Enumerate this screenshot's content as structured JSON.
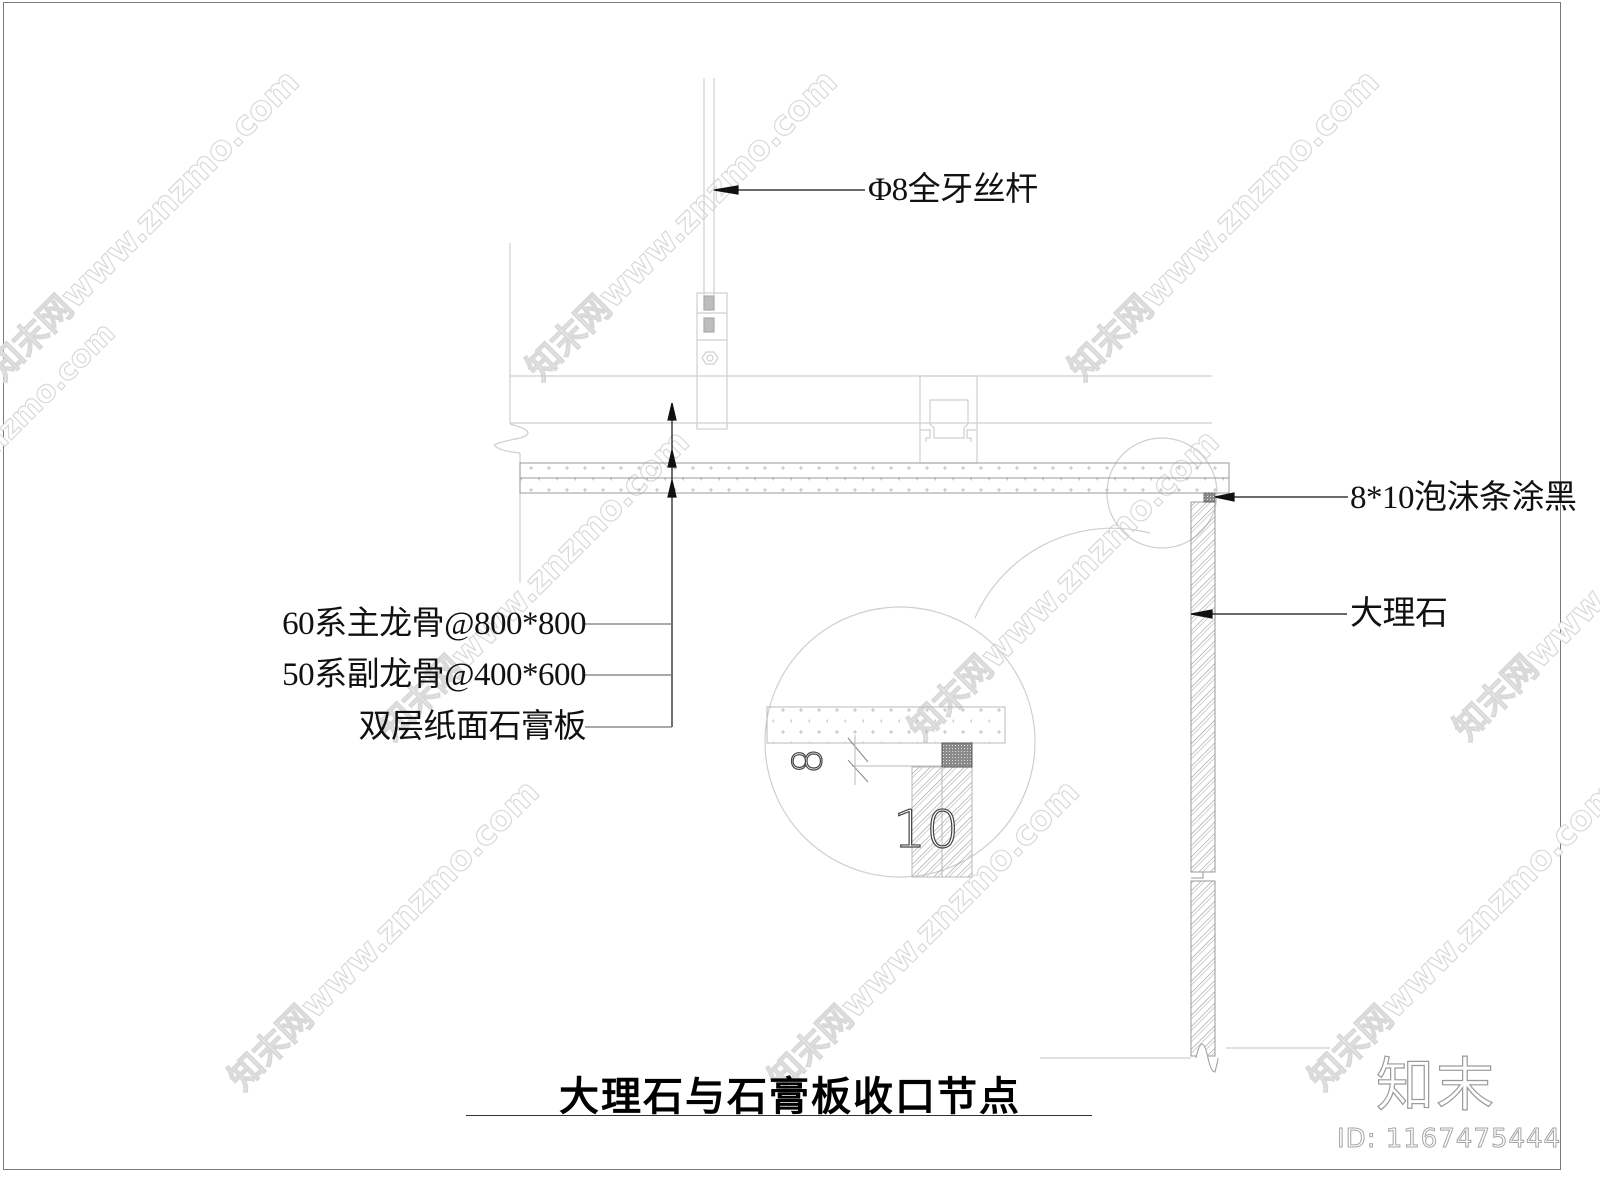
{
  "drawing": {
    "title": "大理石与石膏板收口节点",
    "callouts": {
      "threaded_rod": "Φ8全牙丝杆",
      "foam_strip": "8*10泡沫条涂黑",
      "marble": "大理石",
      "main_keel": "60系主龙骨@800*800",
      "sub_keel": "50系副龙骨@400*600",
      "gypsum_board": "双层纸面石膏板"
    },
    "detail_dimensions": {
      "horizontal": "8",
      "vertical": "10"
    }
  },
  "branding": {
    "logo_text": "知末",
    "id_text": "ID: 1167475444",
    "watermark_text": "知末网www.znzmo.com"
  },
  "colors": {
    "line_light": "#c8c8c8",
    "line_dark": "#111111",
    "frame": "#7a7a7a",
    "watermark_stroke": "#d9d9d9"
  }
}
